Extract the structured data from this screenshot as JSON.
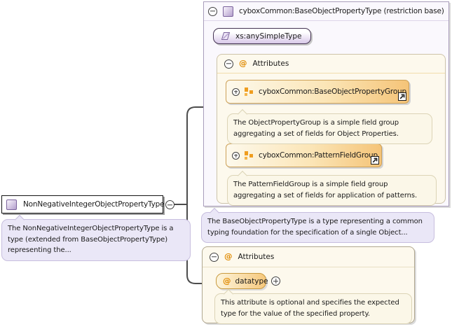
{
  "main_type": {
    "label": "NonNegativeIntegerObjectPropertyType",
    "annotation": "The NonNegativeIntegerObjectPropertyType is a type (extended from BaseObjectPropertyType) representing the..."
  },
  "base_panel": {
    "title": "cyboxCommon:BaseObjectPropertyType (restriction base)",
    "simple_type_label": "xs:anySimpleType",
    "attributes_label": "Attributes",
    "at_symbol": "@",
    "groups": [
      {
        "label": "cyboxCommon:BaseObjectPropertyGroup",
        "annotation": "The ObjectPropertyGroup is a simple field group aggregating a set of fields for Object Properties."
      },
      {
        "label": "cyboxCommon:PatternFieldGroup",
        "annotation": "The PatternFieldGroup is a simple field group aggregating a set of fields for application of patterns."
      }
    ],
    "annotation": "The BaseObjectPropertyType is a type representing a common typing foundation for the specification of a single Object..."
  },
  "attributes_panel": {
    "attributes_label": "Attributes",
    "at_symbol": "@",
    "attribute_name": "datatype",
    "annotation": "This attribute is optional and specifies the expected type for the value of the specified property."
  },
  "icons": {
    "complex_type": "purple-square",
    "simple_type": "purple-parallelogram",
    "attribute_group": "orange-squares",
    "link": "arrow-up-right",
    "collapse": "minus-circle",
    "expand": "plus-circle"
  },
  "colors": {
    "panel_border": "#a99dbb",
    "panel_bg": "#faf8fd",
    "cream_bg": "#fdf9ed",
    "orange_accent": "#e08a00",
    "group_border": "#cda158",
    "purple_bubble_bg": "#eae7f7",
    "cream_bubble_bg": "#fbf7e8",
    "connector": "#4c4c4c"
  }
}
